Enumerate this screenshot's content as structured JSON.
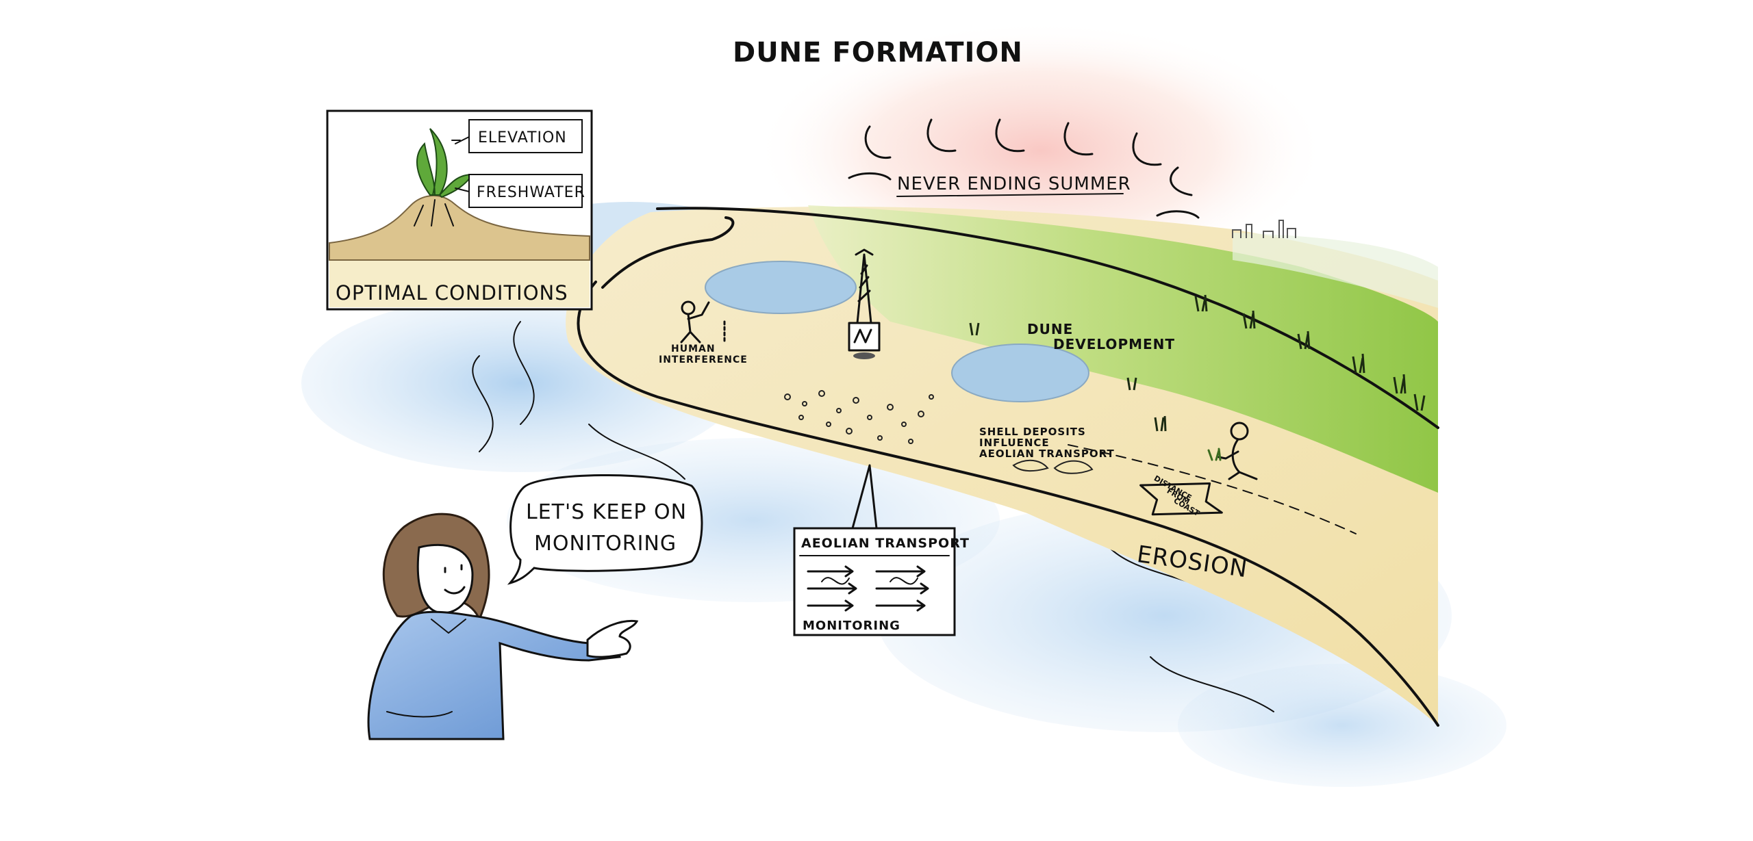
{
  "title": "DUNE FORMATION",
  "labels": {
    "never_ending_summer": "NEVER ENDING SUMMER",
    "dune_development_1": "DUNE",
    "dune_development_2": "DEVELOPMENT",
    "human_interference_1": "HUMAN",
    "human_interference_2": "INTERFERENCE",
    "shell_deposits_1": "SHELL DEPOSITS",
    "shell_deposits_2": "INFLUENCE",
    "shell_deposits_3": "AEOLIAN TRANSPORT",
    "erosion": "EROSION",
    "distance_sign_1": "DISTANCE",
    "distance_sign_2": "FROM",
    "distance_sign_3": "COAST"
  },
  "optimal_box": {
    "label": "OPTIMAL CONDITIONS",
    "tag_elevation": "ELEVATION",
    "tag_freshwater": "FRESHWATER"
  },
  "aeolian_box": {
    "title": "AEOLIAN TRANSPORT",
    "footer": "MONITORING"
  },
  "speech": {
    "line1": "LET'S KEEP ON",
    "line2": "MONITORING"
  },
  "colors": {
    "grass": "#8cc63f",
    "sand": "#f3e6b5",
    "water": "#b9d7ef",
    "sun_glow": "#f9c6c0",
    "shirt": "#7fa9dc",
    "hair": "#8a6a4e"
  }
}
